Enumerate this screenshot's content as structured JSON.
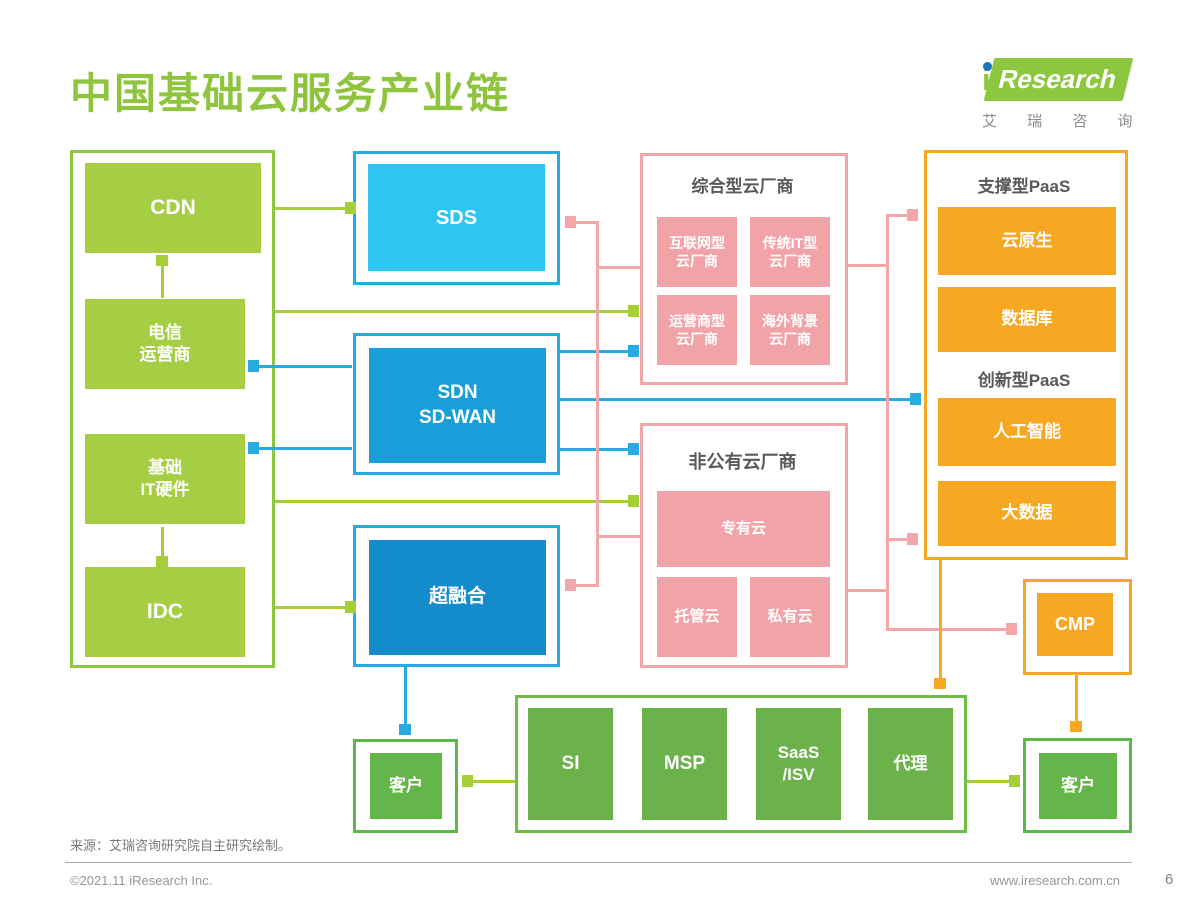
{
  "header": {
    "title": "中国基础云服务产业链",
    "logo": {
      "brand_i": "i",
      "brand_rest": "Research",
      "name_cn": "艾 瑞 咨 询"
    }
  },
  "infrastructure": {
    "cdn": "CDN",
    "telecom": "电信\n运营商",
    "hardware": "基础\nIT硬件",
    "idc": "IDC"
  },
  "cloud_tech": {
    "sds": "SDS",
    "sdn": "SDN\nSD-WAN",
    "hci": "超融合"
  },
  "integrated_vendors": {
    "title": "综合型云厂商",
    "internet": "互联网型\n云厂商",
    "traditional_it": "传统IT型\n云厂商",
    "carrier": "运营商型\n云厂商",
    "overseas": "海外背景\n云厂商"
  },
  "non_public_vendors": {
    "title": "非公有云厂商",
    "dedicated": "专有云",
    "hosted": "托管云",
    "private": "私有云"
  },
  "paas": {
    "support_title": "支撑型PaaS",
    "cloud_native": "云原生",
    "database": "数据库",
    "innovation_title": "创新型PaaS",
    "ai": "人工智能",
    "big_data": "大数据"
  },
  "cmp": {
    "label": "CMP"
  },
  "channels": {
    "si": "SI",
    "msp": "MSP",
    "saas_isv": "SaaS\n/ISV",
    "agent": "代理"
  },
  "customers": {
    "left": "客户",
    "right": "客户"
  },
  "footer": {
    "source": "来源：艾瑞咨询研究院自主研究绘制。",
    "copyright": "©2021.11 iResearch Inc.",
    "website": "www.iresearch.com.cn",
    "page_number": "6"
  },
  "colors": {
    "title_green": "#8FC43E",
    "light_green_fill": "#A5CE44",
    "cyan_border": "#29ABE2",
    "sds_fill": "#2EC5F3",
    "sdn_fill": "#189FD9",
    "hci_fill": "#148BCB",
    "pink": "#F4A7AB",
    "pink_fill": "#F1A3A8",
    "orange": "#F7A823",
    "channel_green": "#6CB24A",
    "heading_gray": "#58595B"
  }
}
